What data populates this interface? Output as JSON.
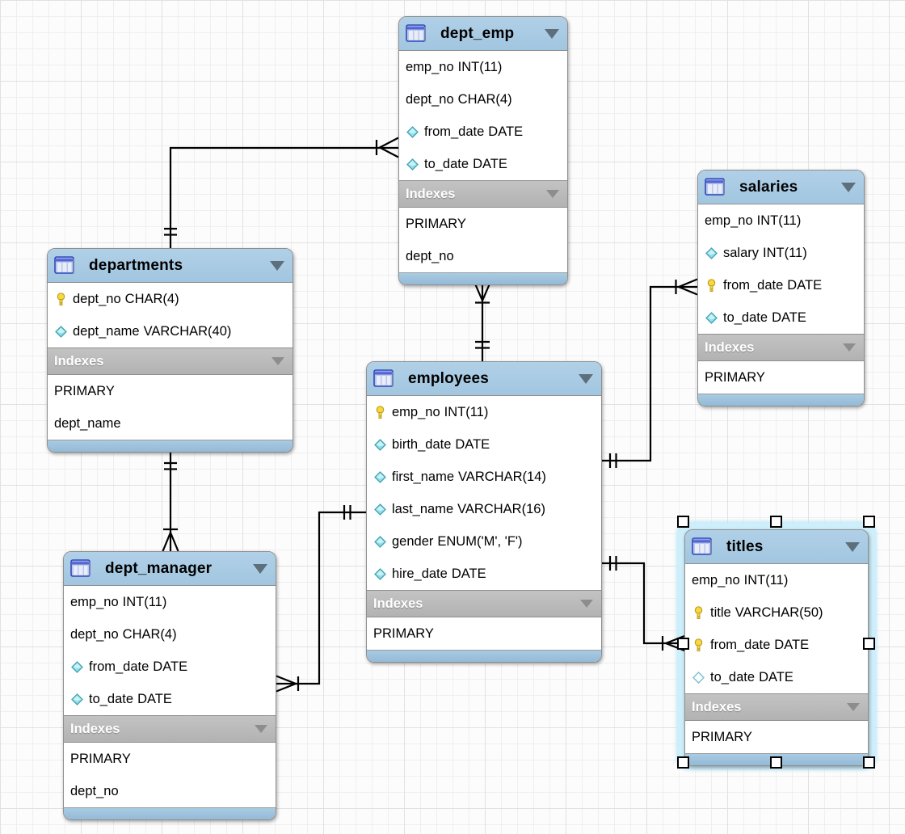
{
  "diagram": {
    "tool": "eer-diagram-canvas",
    "tables": [
      {
        "name": "dept_emp",
        "fields": [
          {
            "name": "emp_no",
            "type": "INT(11)",
            "icon": "none"
          },
          {
            "name": "dept_no",
            "type": "CHAR(4)",
            "icon": "none"
          },
          {
            "name": "from_date",
            "type": "DATE",
            "icon": "diamond"
          },
          {
            "name": "to_date",
            "type": "DATE",
            "icon": "diamond"
          }
        ],
        "indexes_label": "Indexes",
        "indexes": [
          "PRIMARY",
          "dept_no"
        ]
      },
      {
        "name": "salaries",
        "fields": [
          {
            "name": "emp_no",
            "type": "INT(11)",
            "icon": "none"
          },
          {
            "name": "salary",
            "type": "INT(11)",
            "icon": "diamond"
          },
          {
            "name": "from_date",
            "type": "DATE",
            "icon": "key"
          },
          {
            "name": "to_date",
            "type": "DATE",
            "icon": "diamond"
          }
        ],
        "indexes_label": "Indexes",
        "indexes": [
          "PRIMARY"
        ]
      },
      {
        "name": "departments",
        "fields": [
          {
            "name": "dept_no",
            "type": "CHAR(4)",
            "icon": "key"
          },
          {
            "name": "dept_name",
            "type": "VARCHAR(40)",
            "icon": "diamond"
          }
        ],
        "indexes_label": "Indexes",
        "indexes": [
          "PRIMARY",
          "dept_name"
        ]
      },
      {
        "name": "employees",
        "fields": [
          {
            "name": "emp_no",
            "type": "INT(11)",
            "icon": "key"
          },
          {
            "name": "birth_date",
            "type": "DATE",
            "icon": "diamond"
          },
          {
            "name": "first_name",
            "type": "VARCHAR(14)",
            "icon": "diamond"
          },
          {
            "name": "last_name",
            "type": "VARCHAR(16)",
            "icon": "diamond"
          },
          {
            "name": "gender",
            "type": "ENUM('M', 'F')",
            "icon": "diamond"
          },
          {
            "name": "hire_date",
            "type": "DATE",
            "icon": "diamond"
          }
        ],
        "indexes_label": "Indexes",
        "indexes": [
          "PRIMARY"
        ]
      },
      {
        "name": "dept_manager",
        "fields": [
          {
            "name": "emp_no",
            "type": "INT(11)",
            "icon": "none"
          },
          {
            "name": "dept_no",
            "type": "CHAR(4)",
            "icon": "none"
          },
          {
            "name": "from_date",
            "type": "DATE",
            "icon": "diamond"
          },
          {
            "name": "to_date",
            "type": "DATE",
            "icon": "diamond"
          }
        ],
        "indexes_label": "Indexes",
        "indexes": [
          "PRIMARY",
          "dept_no"
        ]
      },
      {
        "name": "titles",
        "fields": [
          {
            "name": "emp_no",
            "type": "INT(11)",
            "icon": "none"
          },
          {
            "name": "title",
            "type": "VARCHAR(50)",
            "icon": "key"
          },
          {
            "name": "from_date",
            "type": "DATE",
            "icon": "key"
          },
          {
            "name": "to_date",
            "type": "DATE",
            "icon": "diamond-open"
          }
        ],
        "indexes_label": "Indexes",
        "indexes": [
          "PRIMARY"
        ]
      }
    ],
    "relationships": [
      {
        "one_end": "departments",
        "many_end": "dept_emp",
        "notation": "one-mandatory to many"
      },
      {
        "one_end": "employees",
        "many_end": "dept_emp",
        "notation": "one-mandatory to many"
      },
      {
        "one_end": "employees",
        "many_end": "salaries",
        "notation": "one-mandatory to many"
      },
      {
        "one_end": "departments",
        "many_end": "dept_manager",
        "notation": "one-mandatory to many"
      },
      {
        "one_end": "employees",
        "many_end": "dept_manager",
        "notation": "one-mandatory to many"
      },
      {
        "one_end": "employees",
        "many_end": "titles",
        "notation": "one-mandatory to many"
      }
    ],
    "selection": {
      "selected_table": "titles",
      "handle_count": 8
    },
    "colors": {
      "header_blue": "#a7c9e2",
      "index_bar_gray": "#bababa",
      "selection_glow": "#cdeefb",
      "connector": "#000000",
      "key_icon_yellow": "#f6d83f",
      "diamond_icon_cyan": "#7fd6e2",
      "grid_line": "#ececec"
    }
  }
}
